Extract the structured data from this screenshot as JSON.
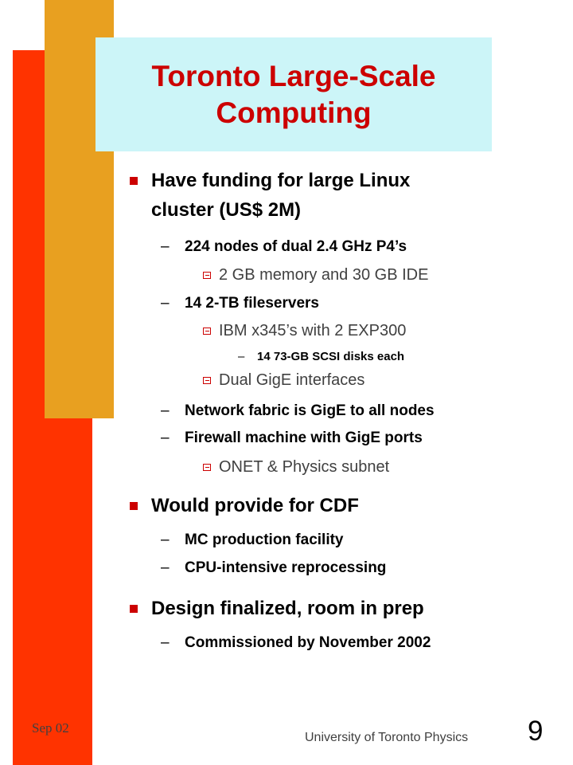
{
  "slide": {
    "title_line1": "Toronto Large-Scale",
    "title_line2": "Computing",
    "bullets": {
      "b1_line1": "Have funding for large Linux",
      "b1_line2": "cluster (US$ 2M)",
      "b1_s1": "224 nodes of dual 2.4 GHz P4’s",
      "b1_s1_d1": "2 GB memory and 30 GB IDE",
      "b1_s2": "14 2-TB fileservers",
      "b1_s2_d1": "IBM x345’s with 2 EXP300",
      "b1_s2_d1_e1": "14 73-GB SCSI disks each",
      "b1_s2_d2": "Dual GigE interfaces",
      "b1_s3": "Network fabric is GigE to all nodes",
      "b1_s4": "Firewall machine with GigE ports",
      "b1_s4_d1": "ONET & Physics subnet",
      "b2": "Would provide for CDF",
      "b2_s1": "MC production facility",
      "b2_s2": "CPU-intensive reprocessing",
      "b3": "Design finalized, room in prep",
      "b3_s1": "Commissioned by November 2002"
    },
    "dash": "–"
  },
  "footer": {
    "date": "Sep  02",
    "institution": "University of Toronto Physics",
    "page_number": "9"
  },
  "colors": {
    "title": "#cc0000",
    "title_background": "#ccf5f8",
    "red_bar": "#ff3300",
    "gold_bar": "#e8a020",
    "bullet": "#cc0000"
  }
}
